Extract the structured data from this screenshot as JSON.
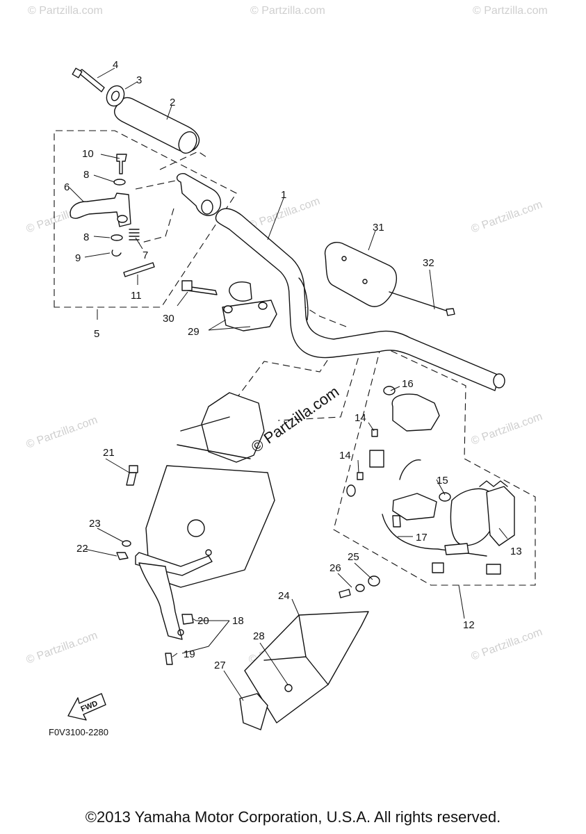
{
  "labels": {
    "l1": "1",
    "l2": "2",
    "l3": "3",
    "l4": "4",
    "l5": "5",
    "l6": "6",
    "l7": "7",
    "l8a": "8",
    "l8b": "8",
    "l9": "9",
    "l10": "10",
    "l11": "11",
    "l12": "12",
    "l13": "13",
    "l14a": "14",
    "l14b": "14",
    "l15": "15",
    "l16": "16",
    "l17": "17",
    "l18": "18",
    "l19": "19",
    "l20": "20",
    "l21": "21",
    "l22": "22",
    "l23": "23",
    "l24": "24",
    "l25": "25",
    "l26": "26",
    "l27": "27",
    "l28": "28",
    "l29": "29",
    "l30": "30",
    "l31": "31",
    "l32": "32"
  },
  "fwd_label": "FWD",
  "diagram_code": "F0V3100-2280",
  "brand_watermark": "© Partzilla.com",
  "watermark_text": "© Partzilla.com",
  "copyright": "©2013 Yamaha Motor Corporation, U.S.A. All rights reserved."
}
